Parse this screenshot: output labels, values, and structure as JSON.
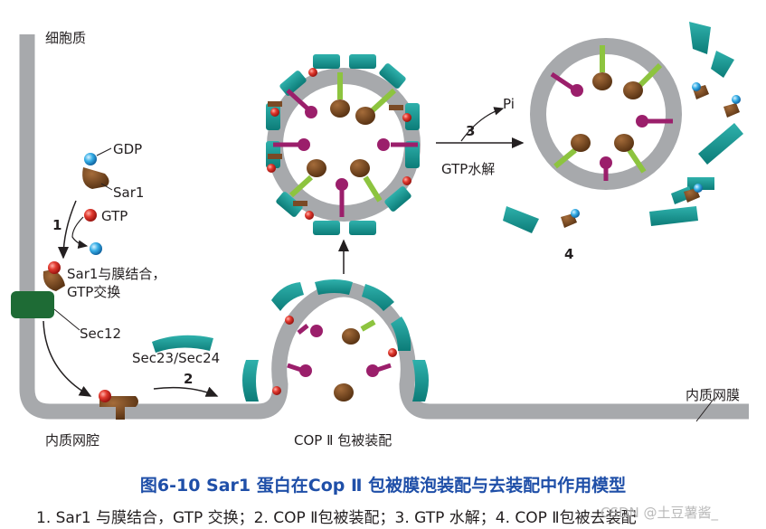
{
  "labels": {
    "cytoplasm": "细胞质",
    "gdp": "GDP",
    "sar1": "Sar1",
    "gtp": "GTP",
    "step1": "1",
    "sar1_binding_line1": "Sar1与膜结合，",
    "sar1_binding_line2": "GTP交换",
    "sec12": "Sec12",
    "sec23_sec24": "Sec23/Sec24",
    "step2": "2",
    "er_lumen": "内质网腔",
    "copii_assembly": "COP Ⅱ 包被装配",
    "er_membrane": "内质网膜",
    "step3": "3",
    "pi": "Pi",
    "gtp_hydrolysis": "GTP水解",
    "step4": "4"
  },
  "figure_title": "图6-10 Sar1 蛋白在Cop Ⅱ 包被膜泡装配与去装配中作用模型",
  "figure_caption": "1. Sar1 与膜结合，GTP 交换；2. COP Ⅱ包被装配；3. GTP 水解；4. COP Ⅱ包被去装配",
  "watermark": "CSDN @土豆薯酱_",
  "colors": {
    "membrane": "#a7a9ac",
    "coat": "#10938f",
    "sar1": "#7a4a25",
    "cargo_magenta": "#9b1f6b",
    "receptor_green": "#8dc43f",
    "cargo_brown": "#6b3e17",
    "gtp_red": "#d7262b",
    "gdp_blue": "#2ea3dc",
    "sec12": "#1e6b35",
    "title": "#1f4fa8"
  }
}
